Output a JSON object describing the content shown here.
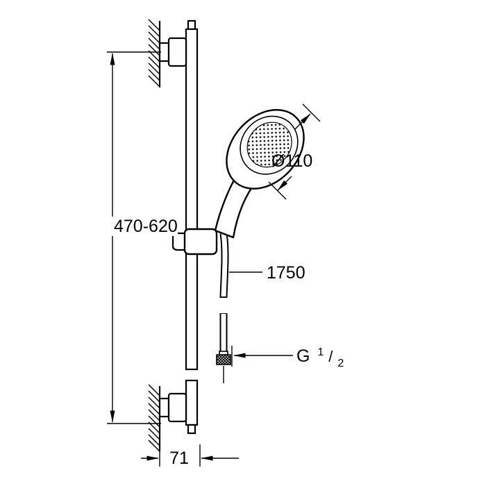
{
  "page": {
    "background_color": "#ffffff",
    "line_color": "#000000"
  },
  "diagram": {
    "dimensions": {
      "rail_length": "470-620",
      "head_diameter": "Ø110",
      "hose_length": "1750",
      "thread": {
        "g": "G",
        "numerator": "1",
        "slash": "/",
        "denominator": "2"
      },
      "wall_offset": "71"
    }
  }
}
